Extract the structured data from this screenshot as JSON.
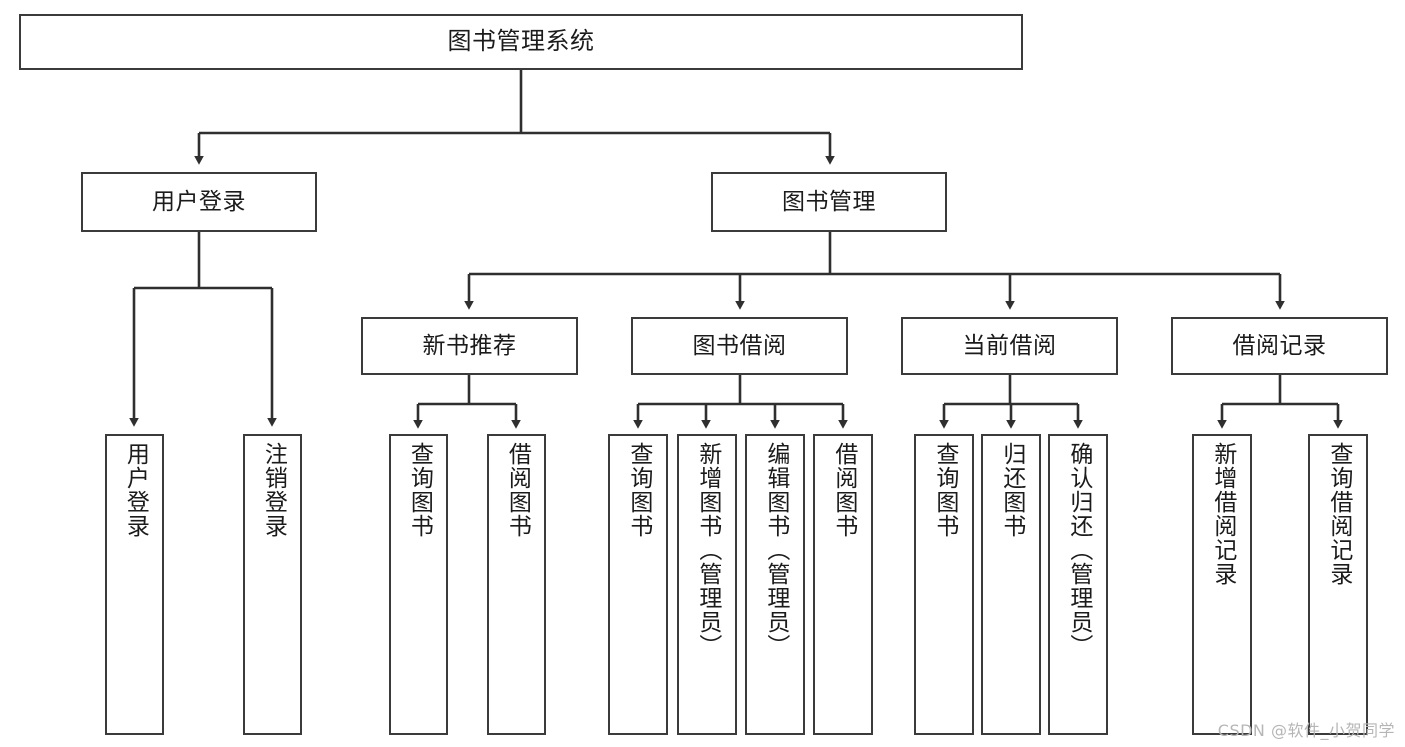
{
  "diagram": {
    "title": "图书管理系统",
    "type": "tree-hierarchy",
    "watermark": "CSDN @软件_小贺同学",
    "style": {
      "box_fill": "#ffffff",
      "box_border": "#3b3b3b",
      "connector": "#2f2f2f",
      "text": "#1b1b1b",
      "watermark_color": "#b6b6b6"
    },
    "nodes": {
      "root": {
        "label": "图书管理系统",
        "level": 1,
        "orientation": "horizontal"
      },
      "l2": [
        {
          "id": "user-login",
          "label": "用户登录",
          "level": 2,
          "orientation": "horizontal"
        },
        {
          "id": "book-manage",
          "label": "图书管理",
          "level": 2,
          "orientation": "horizontal"
        }
      ],
      "l3": [
        {
          "id": "new-book-recommend",
          "label": "新书推荐",
          "level": 3,
          "orientation": "horizontal"
        },
        {
          "id": "book-borrow",
          "label": "图书借阅",
          "level": 3,
          "orientation": "horizontal"
        },
        {
          "id": "current-borrow",
          "label": "当前借阅",
          "level": 3,
          "orientation": "horizontal"
        },
        {
          "id": "borrow-record",
          "label": "借阅记录",
          "level": 3,
          "orientation": "horizontal"
        }
      ],
      "leaves": [
        {
          "id": "leaf-user-login",
          "label": "用户登录",
          "parent": "user-login",
          "orientation": "vertical"
        },
        {
          "id": "leaf-user-logout",
          "label": "注销登录",
          "parent": "user-login",
          "orientation": "vertical"
        },
        {
          "id": "leaf-query-book-1",
          "label": "查询图书",
          "parent": "new-book-recommend",
          "orientation": "vertical"
        },
        {
          "id": "leaf-borrow-book-1",
          "label": "借阅图书",
          "parent": "new-book-recommend",
          "orientation": "vertical"
        },
        {
          "id": "leaf-query-book-2",
          "label": "查询图书",
          "parent": "book-borrow",
          "orientation": "vertical"
        },
        {
          "id": "leaf-add-book",
          "label": "新增图书（管理员）",
          "parent": "book-borrow",
          "orientation": "vertical"
        },
        {
          "id": "leaf-edit-book",
          "label": "编辑图书（管理员）",
          "parent": "book-borrow",
          "orientation": "vertical"
        },
        {
          "id": "leaf-borrow-book-2",
          "label": "借阅图书",
          "parent": "book-borrow",
          "orientation": "vertical"
        },
        {
          "id": "leaf-query-book-3",
          "label": "查询图书",
          "parent": "current-borrow",
          "orientation": "vertical"
        },
        {
          "id": "leaf-return-book",
          "label": "归还图书",
          "parent": "current-borrow",
          "orientation": "vertical"
        },
        {
          "id": "leaf-confirm-return",
          "label": "确认归还（管理员）",
          "parent": "current-borrow",
          "orientation": "vertical"
        },
        {
          "id": "leaf-add-record",
          "label": "新增借阅记录",
          "parent": "borrow-record",
          "orientation": "vertical"
        },
        {
          "id": "leaf-query-record",
          "label": "查询借阅记录",
          "parent": "borrow-record",
          "orientation": "vertical"
        }
      ]
    }
  }
}
